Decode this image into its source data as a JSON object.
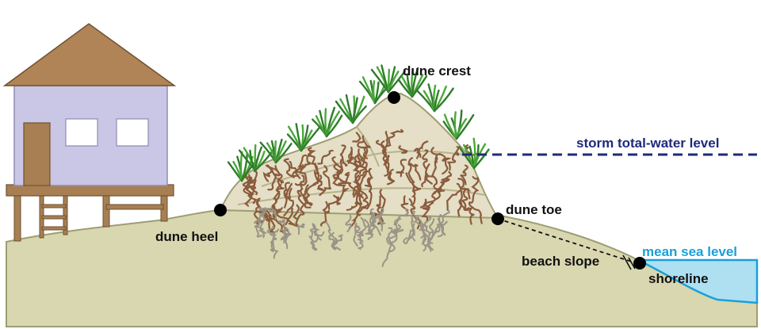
{
  "labels": {
    "dune_crest": "dune crest",
    "storm_level": "storm total-water level",
    "dune_toe": "dune toe",
    "dune_heel": "dune heel",
    "mean_sea_level": "mean sea level",
    "beach_slope": "beach slope",
    "shoreline": "shoreline"
  },
  "colors": {
    "sand": "#d8d7b0",
    "sand_outline": "#9e9d72",
    "dune_core": "#e4dfc6",
    "roots": "#8a5a3c",
    "roots_faded": "#9b9386",
    "grass": "#4aa83a",
    "grass_dark": "#2f7c2a",
    "house_wall": "#c9c6e6",
    "house_roof": "#b08456",
    "house_wood": "#a87f52",
    "storm_line": "#1f2a7a",
    "sea": "#aee0f2",
    "sea_outline": "#1aa0d8",
    "point": "#000000"
  }
}
